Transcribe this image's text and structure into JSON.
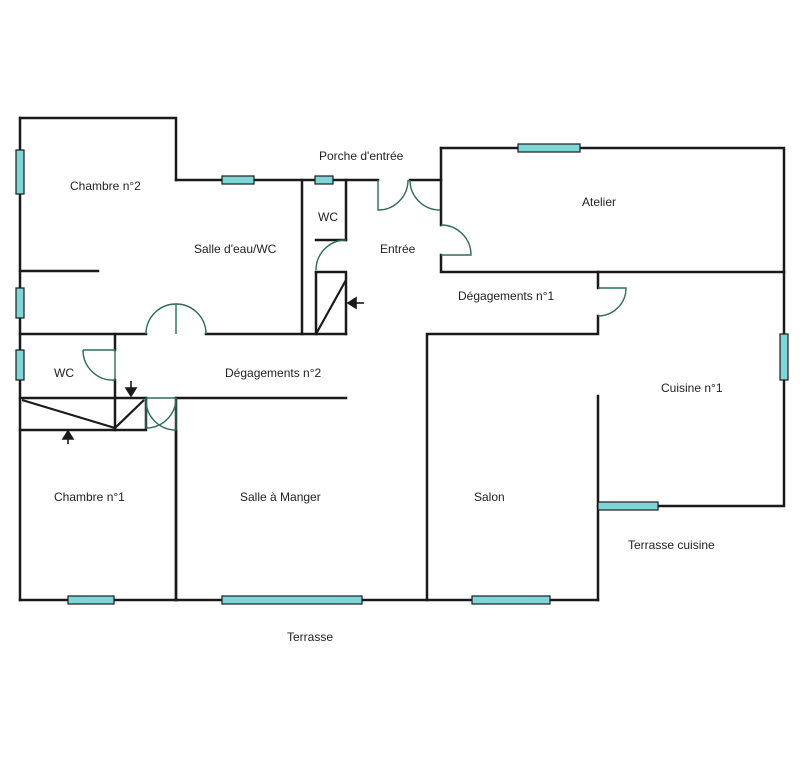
{
  "colors": {
    "walls": "#1a1a1a",
    "windows": "#7fd6d8",
    "doors": "#2e6b5a",
    "background": "#ffffff"
  },
  "rooms": {
    "chambre2": "Chambre n°2",
    "salle_eau": "Salle d'eau/WC",
    "wc_top": "WC",
    "entree": "Entrée",
    "porche": "Porche d'entrée",
    "atelier": "Atelier",
    "degagement1": "Dégagements n°1",
    "wc_left": "WC",
    "degagement2": "Dégagements n°2",
    "cuisine": "Cuisine n°1",
    "chambre1": "Chambre n°1",
    "salle_manger": "Salle à Manger",
    "salon": "Salon",
    "terrasse_cuisine": "Terrasse cuisine",
    "terrasse": "Terrasse"
  }
}
